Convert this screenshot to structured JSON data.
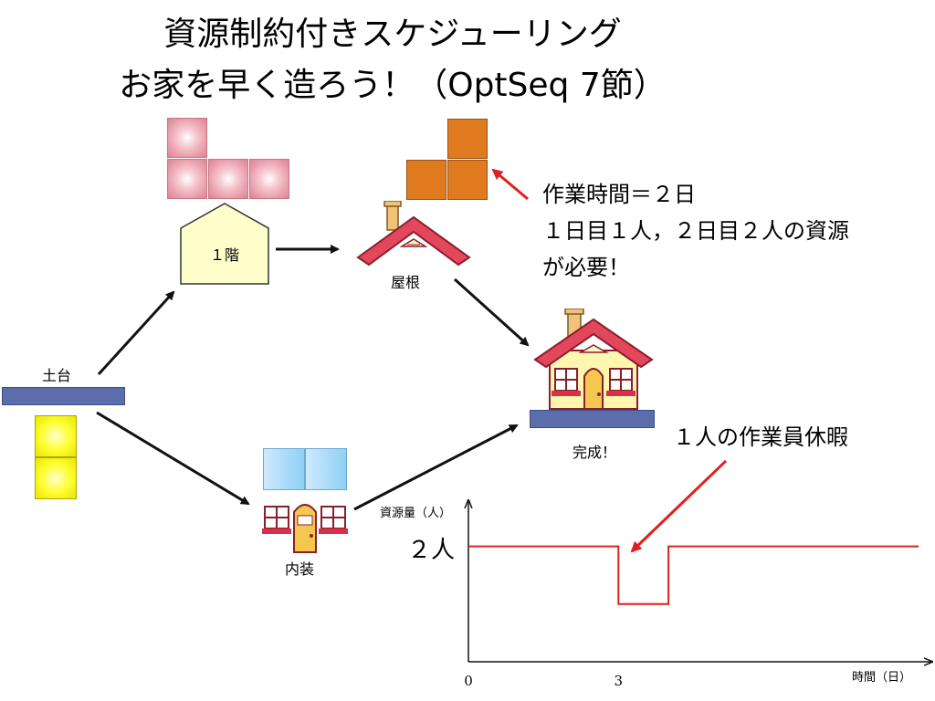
{
  "title": {
    "line1": "資源制約付きスケジューリング",
    "line2": "お家を早く造ろう！（OptSeq 7節）"
  },
  "diagram": {
    "foundation_label": "土台",
    "first_floor_label": "１階",
    "roof_label": "屋根",
    "interior_label": "内装",
    "complete_label": "完成！",
    "roof_note": {
      "line1": "作業時間＝２日",
      "line2": "１日目１人，２日目２人の資源",
      "line3": "が必要！"
    },
    "vacation_note": "１人の作業員休暇",
    "level_label": "２人"
  },
  "colors": {
    "accent_red": "#e02020",
    "foundation_blue": "#5b6eab",
    "floor_fill": "#ffffcc",
    "roof_red": "#e3475c",
    "roof_block_orange": "#e07a1f"
  },
  "chart_data": {
    "type": "line",
    "xlabel": "時間（日）",
    "ylabel": "資源量（人）",
    "x_ticks": [
      "0",
      "3"
    ],
    "x": [
      0,
      3,
      3,
      4,
      4,
      9
    ],
    "y": [
      2,
      2,
      1,
      1,
      2,
      2
    ],
    "xlim": [
      0,
      9
    ],
    "ylim": [
      0,
      2.8
    ],
    "grid": false,
    "line_color": "#e02020"
  }
}
